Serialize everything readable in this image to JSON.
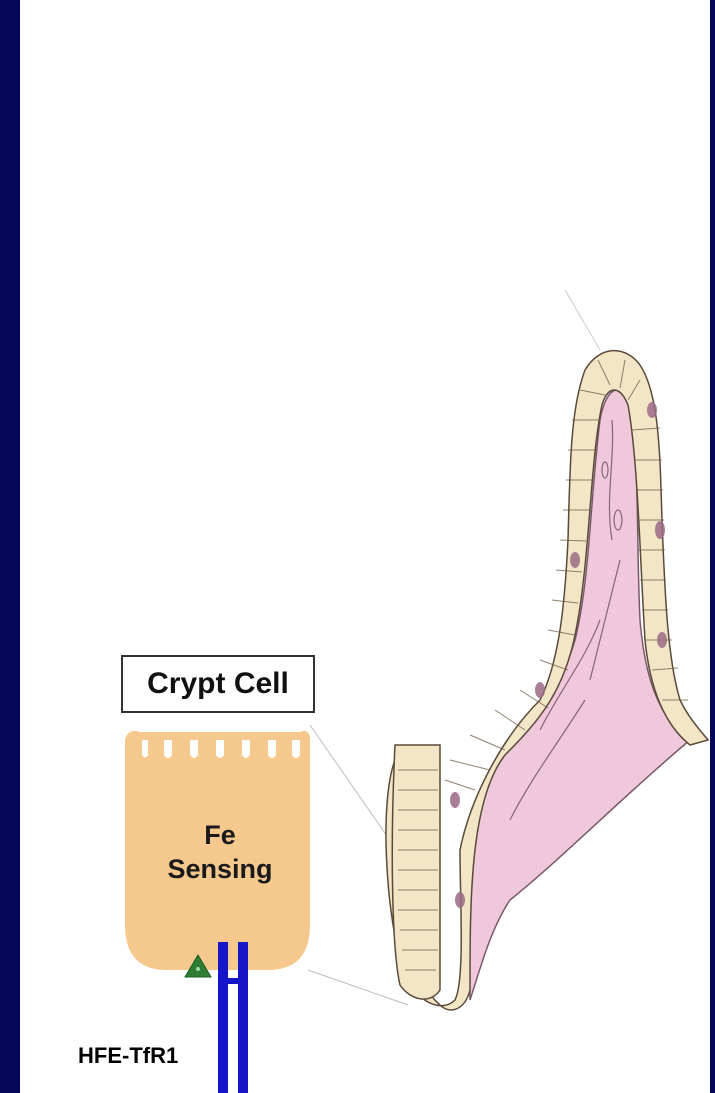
{
  "diagram": {
    "cell_label": "Crypt Cell",
    "cell_text_line1": "Fe",
    "cell_text_line2": "Sensing",
    "receptor_label": "HFE-TfR1"
  },
  "colors": {
    "background": "#0a0a78",
    "cell_fill": "#f5c88e",
    "receptor": "#1616c8",
    "villus_core": "#f0c8dc",
    "epithelium": "#f3e6c6",
    "marker": "#2e7d32"
  }
}
